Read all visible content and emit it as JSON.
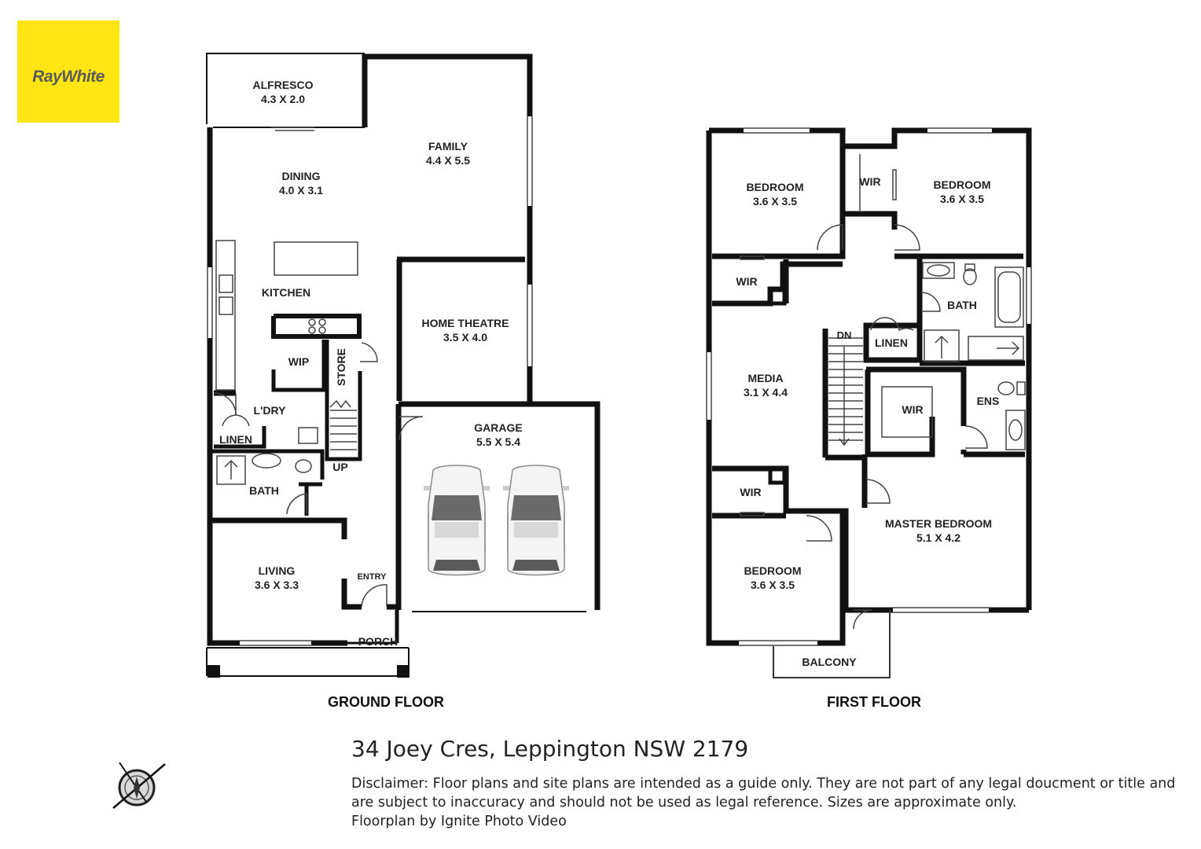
{
  "brand": {
    "name": "RayWhite",
    "color": "#ffe512"
  },
  "ground_floor": {
    "title": "GROUND FLOOR",
    "rooms": {
      "alfresco": {
        "name": "ALFRESCO",
        "size": "4.3 X 2.0"
      },
      "family": {
        "name": "FAMILY",
        "size": "4.4 X 5.5"
      },
      "dining": {
        "name": "DINING",
        "size": "4.0 X 3.1"
      },
      "kitchen": {
        "name": "KITCHEN"
      },
      "home_theatre": {
        "name": "HOME THEATRE",
        "size": "3.5 X 4.0"
      },
      "wip": {
        "name": "WIP"
      },
      "store": {
        "name": "STORE"
      },
      "laundry": {
        "name": "L'DRY"
      },
      "linen": {
        "name": "LINEN"
      },
      "bath": {
        "name": "BATH"
      },
      "up": {
        "name": "UP"
      },
      "garage": {
        "name": "GARAGE",
        "size": "5.5 X 5.4"
      },
      "living": {
        "name": "LIVING",
        "size": "3.6 X 3.3"
      },
      "entry": {
        "name": "ENTRY"
      },
      "porch": {
        "name": "PORCH"
      }
    }
  },
  "first_floor": {
    "title": "FIRST FLOOR",
    "rooms": {
      "bedroom_1": {
        "name": "BEDROOM",
        "size": "3.6 X 3.5"
      },
      "bedroom_2": {
        "name": "BEDROOM",
        "size": "3.6 X 3.5"
      },
      "wir_1": {
        "name": "WIR"
      },
      "wir_2": {
        "name": "WIR"
      },
      "bath": {
        "name": "BATH"
      },
      "linen": {
        "name": "LINEN"
      },
      "dn": {
        "name": "DN"
      },
      "media": {
        "name": "MEDIA",
        "size": "3.1 X 4.4"
      },
      "wir_3": {
        "name": "WIR"
      },
      "ens": {
        "name": "ENS"
      },
      "wir_4": {
        "name": "WIR"
      },
      "master": {
        "name": "MASTER BEDROOM",
        "size": "5.1 X 4.2"
      },
      "bedroom_3": {
        "name": "BEDROOM",
        "size": "3.6 X 3.5"
      },
      "balcony": {
        "name": "BALCONY"
      }
    }
  },
  "address": "34 Joey Cres, Leppington NSW 2179",
  "disclaimer": "Disclaimer: Floor plans and site plans are intended as a guide only. They are not part of any legal doucment or title and are subject to inaccuracy and should not be used as legal reference. Sizes are approximate only.",
  "credit": "Floorplan by Ignite Photo Video",
  "icons": {
    "compass": "north-arrow-icon",
    "car": "car-icon"
  }
}
